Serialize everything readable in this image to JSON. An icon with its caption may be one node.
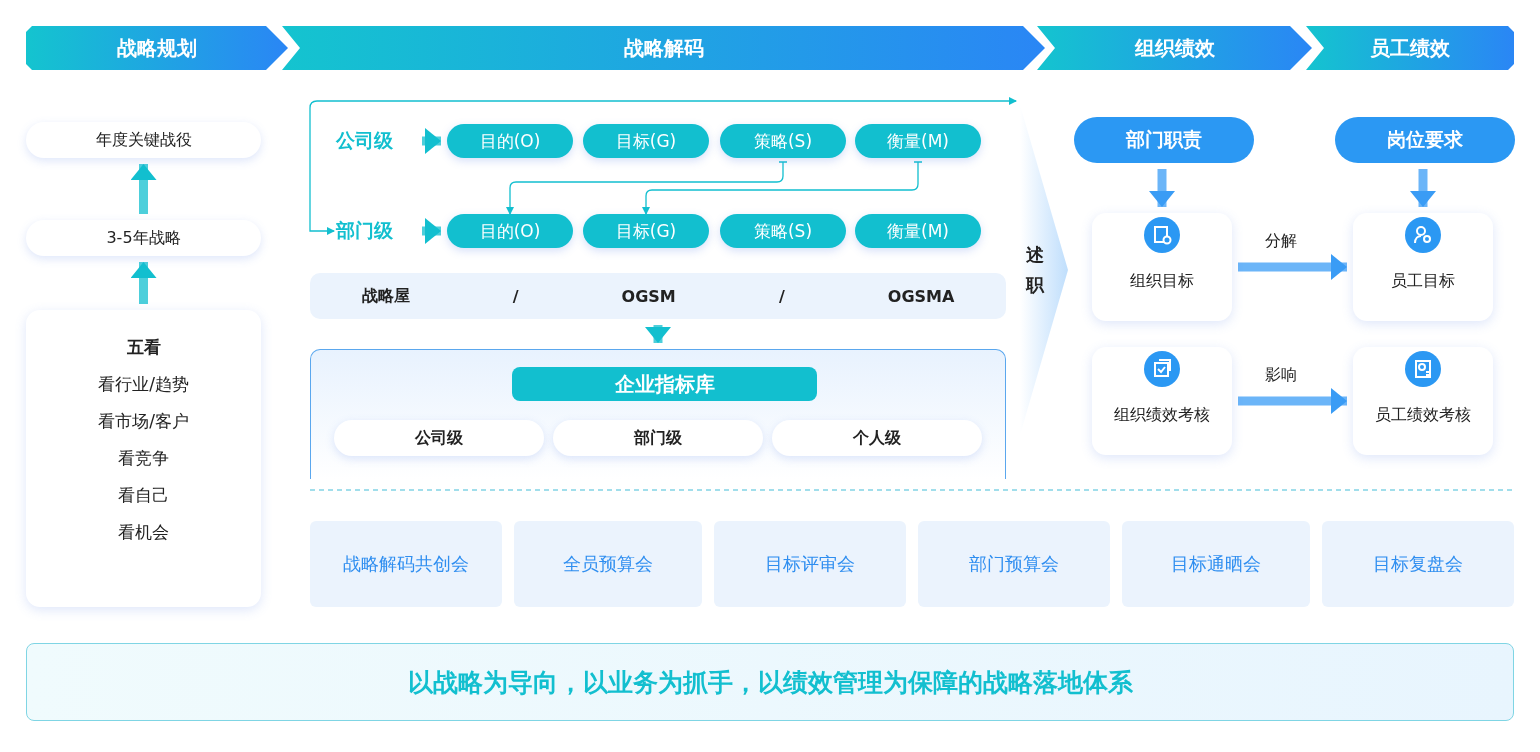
{
  "diagram": {
    "nodes": [
      {
        "text": [
          "战略规划"
        ]
      },
      {
        "text": [
          "战略解码"
        ]
      },
      {
        "text": [
          "组织绩效"
        ]
      },
      {
        "text": [
          "员工绩效"
        ]
      },
      {
        "text": [
          "年度关键战役"
        ]
      },
      {
        "text": [
          "3-5年战略"
        ]
      },
      {
        "text": [
          "五看",
          "看行业/趋势",
          "看市场/客户",
          "看竞争",
          "看自己",
          "看机会"
        ]
      },
      {
        "text": [
          "公司级"
        ]
      },
      {
        "text": [
          "目的(O)"
        ]
      },
      {
        "text": [
          "目标(G)"
        ]
      },
      {
        "text": [
          "策略(S)"
        ]
      },
      {
        "text": [
          "衡量(M)"
        ]
      },
      {
        "text": [
          "部门级"
        ]
      },
      {
        "text": [
          "目的(O)"
        ]
      },
      {
        "text": [
          "目标(G)"
        ]
      },
      {
        "text": [
          "策略(S)"
        ]
      },
      {
        "text": [
          "衡量(M)"
        ]
      },
      {
        "text": [
          "战略屋",
          "/",
          "OGSM",
          "/",
          "OGSMA"
        ]
      },
      {
        "text": [
          "企业指标库"
        ]
      },
      {
        "text": [
          "公司级"
        ],
        "in": 18
      },
      {
        "text": [
          "部门级"
        ],
        "in": 18
      },
      {
        "text": [
          "个人级"
        ],
        "in": 18
      },
      {
        "text": [
          "述职"
        ]
      },
      {
        "text": [
          "部门职责"
        ]
      },
      {
        "text": [
          "组织目标"
        ]
      },
      {
        "text": [
          "组织绩效考核"
        ]
      },
      {
        "text": [
          "岗位要求"
        ]
      },
      {
        "text": [
          "员工目标"
        ]
      },
      {
        "text": [
          "员工绩效考核"
        ]
      },
      {
        "text": [
          "战略解码共创会"
        ]
      },
      {
        "text": [
          "全员预算会"
        ]
      },
      {
        "text": [
          "目标评审会"
        ]
      },
      {
        "text": [
          "部门预算会"
        ]
      },
      {
        "text": [
          "目标通晒会"
        ]
      },
      {
        "text": [
          "目标复盘会"
        ]
      },
      {
        "text": [
          "以战略为导向，以业务为抓手，以绩效管理为保障的战略落地体系"
        ]
      }
    ],
    "edges": [
      {
        "from": 5,
        "to": 4,
        "arrow": "to"
      },
      {
        "from": 6,
        "to": 5,
        "arrow": "to"
      },
      {
        "from": 7,
        "to": 8,
        "arrow": "to"
      },
      {
        "from": 12,
        "to": 13,
        "arrow": "to"
      },
      {
        "from": 10,
        "to": 13,
        "arrow": "to"
      },
      {
        "from": 11,
        "to": 14,
        "arrow": "to"
      },
      {
        "from": 17,
        "to": 18,
        "arrow": "to"
      },
      {
        "from": 23,
        "to": 24,
        "arrow": "to",
        "color": "#3a9cf5"
      },
      {
        "from": 26,
        "to": 27,
        "arrow": "to",
        "color": "#3a9cf5"
      },
      {
        "from": 24,
        "to": 27,
        "arrow": "to",
        "label": "分解",
        "color": "#3a9cf5"
      },
      {
        "from": 25,
        "to": 28,
        "arrow": "to",
        "label": "影响",
        "color": "#3a9cf5"
      },
      {
        "from": 12,
        "to": 22,
        "arrow": "both"
      }
    ]
  }
}
